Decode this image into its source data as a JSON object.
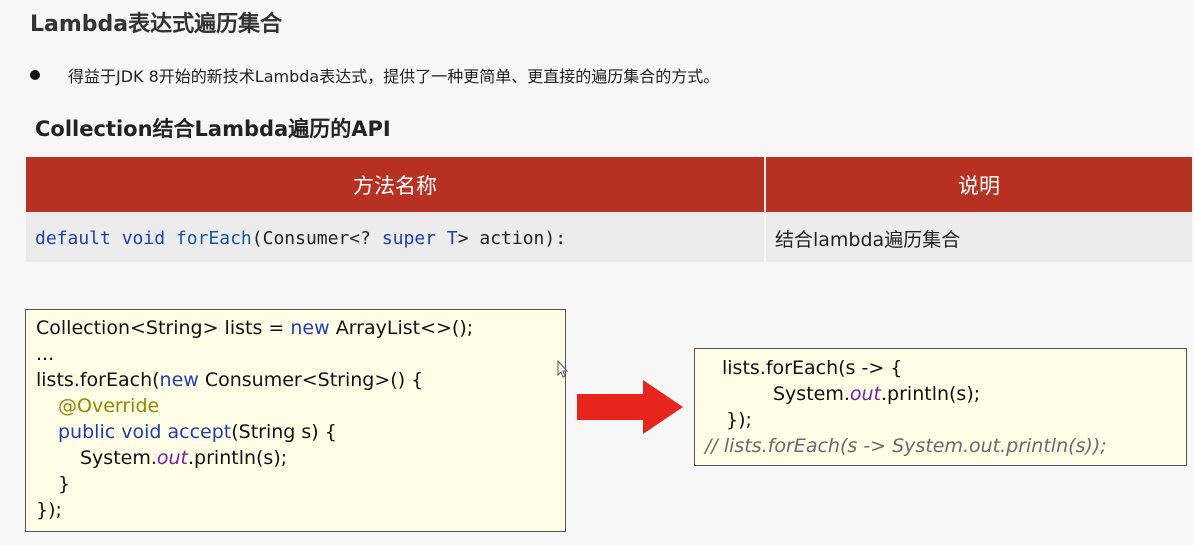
{
  "title": "Lambda表达式遍历集合",
  "bullet": "得益于JDK 8开始的新技术Lambda表达式，提供了一种更简单、更直接的遍历集合的方式。",
  "subtitle": "Collection结合Lambda遍历的API",
  "table": {
    "headers": [
      "方法名称",
      "说明"
    ],
    "row": {
      "sig_default": "default",
      "sig_void": "void",
      "sig_method": "forEach",
      "sig_open": "(Consumer<? ",
      "sig_super": "super",
      "sig_t": " T",
      "sig_rest": "> action):",
      "description": "结合lambda遍历集合"
    }
  },
  "code_left": {
    "l1_a": "Collection<String> lists = ",
    "l1_new": "new",
    "l1_b": " ArrayList<>();",
    "l2": "...",
    "l3_a": "lists.forEach(",
    "l3_new": "new",
    "l3_b": " Consumer<String>() {",
    "l4": "@Override",
    "l5_public": "public",
    "l5_void": "void",
    "l5_accept": "accept",
    "l5_b": "(String s) {",
    "l6_a": "System.",
    "l6_out": "out",
    "l6_b": ".println(s);",
    "l7": "}",
    "l8": "});"
  },
  "code_right": {
    "l1": "lists.forEach(s -> {",
    "l2_a": "System.",
    "l2_out": "out",
    "l2_b": ".println(s);",
    "l3": "});",
    "l4": "//  lists.forEach(s -> System.out.println(s));"
  },
  "colors": {
    "header_bg": "#b83224",
    "arrow": "#e8251c",
    "code_bg": "#fffde6"
  },
  "icons": {
    "arrow": "right-arrow-icon",
    "cursor": "text-cursor-icon"
  }
}
